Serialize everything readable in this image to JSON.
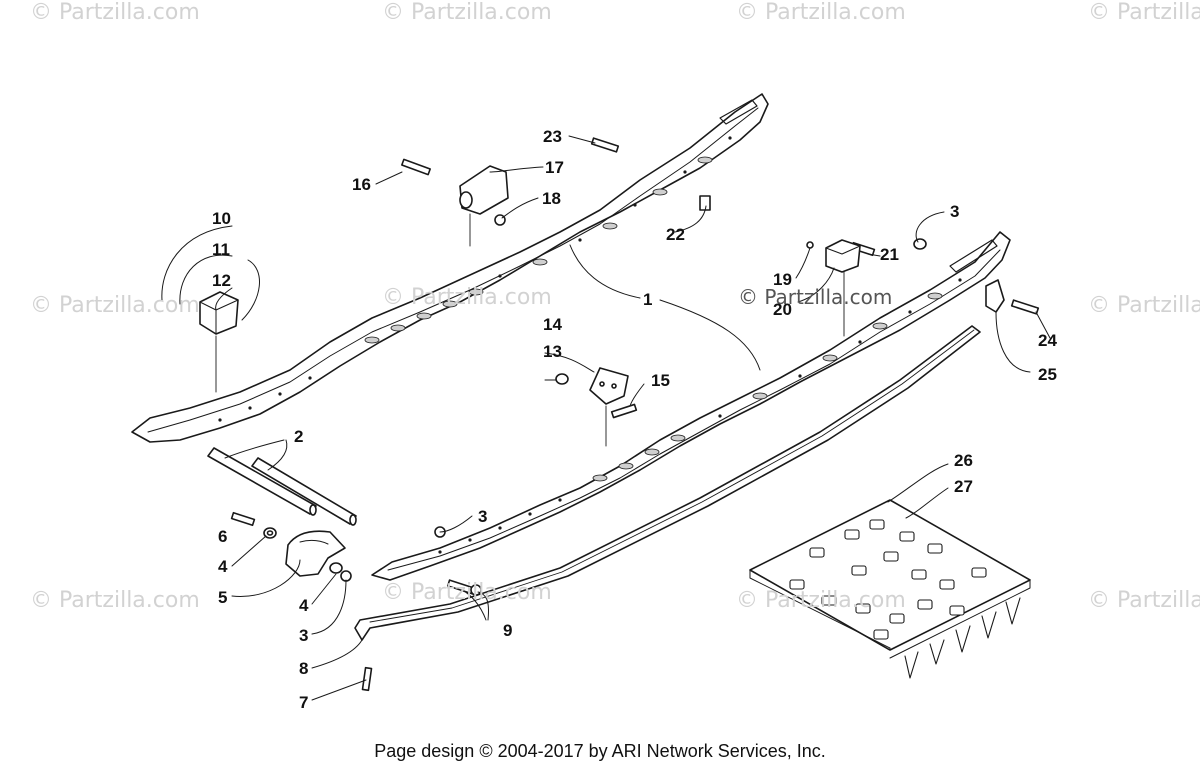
{
  "watermarks": {
    "partzilla": "© Partzilla.com",
    "partzilla_lower": "© Partzilla.com",
    "center": "© Partzilla.com"
  },
  "callouts": [
    "1",
    "2",
    "3",
    "3",
    "3",
    "4",
    "4",
    "5",
    "6",
    "7",
    "8",
    "9",
    "10",
    "11",
    "12",
    "13",
    "14",
    "15",
    "16",
    "17",
    "18",
    "19",
    "20",
    "21",
    "22",
    "23",
    "24",
    "25",
    "26",
    "27"
  ],
  "footer": "Page design © 2004-2017 by ARI Network Services, Inc.",
  "colors": {
    "line": "#1a1a1a",
    "fill": "#ffffff",
    "shade": "#cfcfcf",
    "watermark": "#d2d2d2"
  }
}
